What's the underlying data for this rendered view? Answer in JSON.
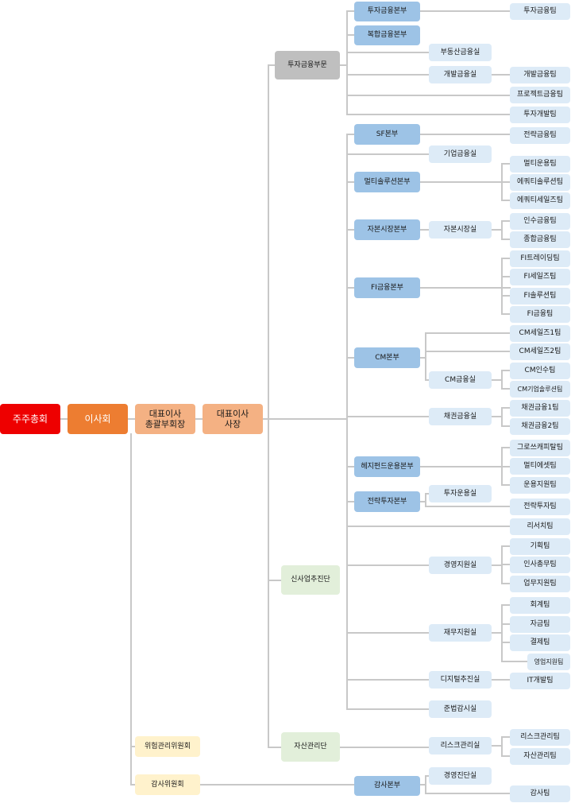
{
  "top": {
    "shareholders": "주주총회",
    "board": "이사회",
    "chairman": "대표이사\n총괄부회장",
    "ceo": "대표이사\n사장",
    "invest_div": "투자금융부문",
    "new_biz": "신사업추진단",
    "asset_mgmt": "자산관리단",
    "risk_committee": "위험관리위원회",
    "audit_committee": "감사위원회"
  },
  "hq": {
    "invest_fin_hq": "투자금융본부",
    "complex_fin_hq": "복합금융본부",
    "sf_hq": "SF본부",
    "multi_solution_hq": "멀티솔루션본부",
    "capital_market_hq": "자본시장본부",
    "fi_fin_hq": "FI금융본부",
    "cm_hq": "CM본부",
    "hedge_fund_hq": "헤지펀드운용본부",
    "strategic_invest_hq": "전략투자본부",
    "audit_hq": "감사본부"
  },
  "offices": {
    "real_estate_fin": "부동산금융실",
    "development_fin": "개발금융실",
    "corporate_fin": "기업금융실",
    "capital_market_office": "자본시장실",
    "cm_fin": "CM금융실",
    "bond_fin": "채권금융실",
    "investment_ops": "투자운용실",
    "mgmt_support": "경영지원실",
    "finance_support": "재무지원실",
    "digital_promo": "디지털추진실",
    "compliance": "준법감시실",
    "risk_mgmt": "리스크관리실",
    "mgmt_diagnosis": "경영진단실"
  },
  "teams": {
    "invest_fin_team": "투자금융팀",
    "development_fin_team": "개발금융팀",
    "project_fin_team": "프로젝트금융팀",
    "invest_dev_team": "투자개발팀",
    "strategic_fin_team": "전략금융팀",
    "multi_ops_team": "멀티운용팀",
    "equity_solution_team": "에쿼티솔루션팀",
    "equity_sales_team": "에쿼티세일즈팀",
    "acquisition_fin_team": "인수금융팀",
    "synthetic_fin_team": "종합금융팀",
    "fi_trading_team": "FI트레이딩팀",
    "fi_sales_team": "FI세일즈팀",
    "fi_solution_team": "FI솔루션팀",
    "fi_fin_team": "FI금융팀",
    "cm_sales1_team": "CM세일즈1팀",
    "cm_sales2_team": "CM세일즈2팀",
    "cm_acq_team": "CM인수팀",
    "cm_corp_solution_team": "CM기업솔루션팀",
    "bond_fin1_team": "채권금융1팀",
    "bond_fin2_team": "채권금융2팀",
    "growth_capital_team": "그로쓰캐피탈팀",
    "multi_asset_team": "멀티에셋팀",
    "ops_support_team": "운용지원팀",
    "strategic_invest_team": "전략투자팀",
    "research_team": "리서치팀",
    "planning_team": "기획팀",
    "hr_general_team": "인사총무팀",
    "business_support_team": "업무지원팀",
    "accounting_team": "회계팀",
    "funding_team": "자금팀",
    "settlement_team": "결제팀",
    "sales_support_team": "영업지원팀",
    "it_dev_team": "IT개발팀",
    "risk_mgmt_team": "리스크관리팀",
    "asset_mgmt_team": "자산관리팀",
    "audit_team": "감사팀"
  },
  "colors": {
    "line": "#c8c8c8",
    "shareholders": "#ee0000",
    "board": "#ed7d31",
    "executive": "#f4b183",
    "division": "#bfbfbf",
    "headquarters": "#9dc3e6",
    "team": "#ddebf7",
    "unit": "#e2efda",
    "committee": "#fff2cc"
  }
}
